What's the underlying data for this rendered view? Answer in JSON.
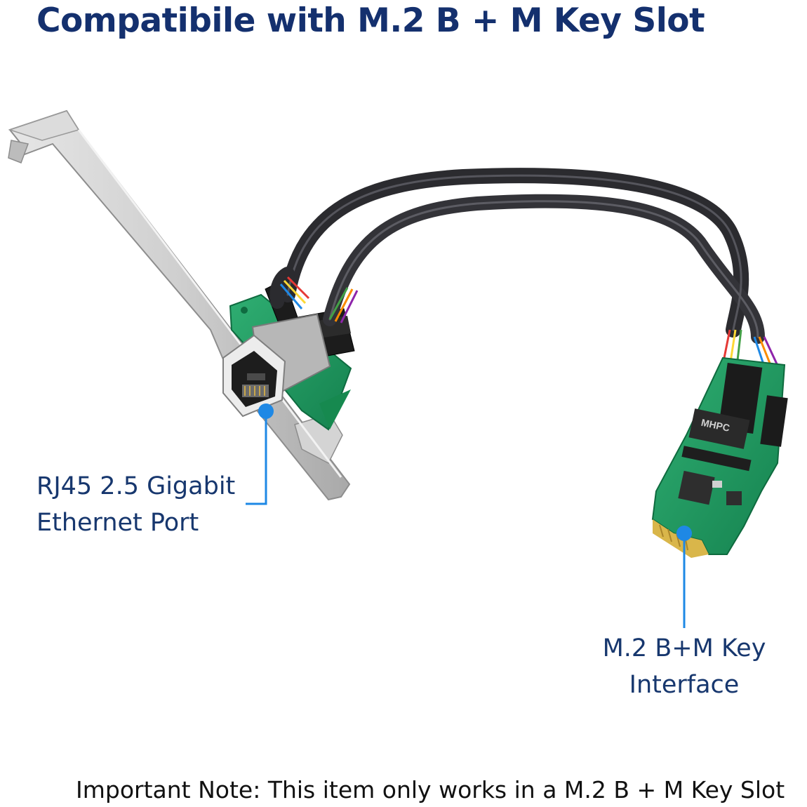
{
  "headline": "Compatibile with M.2 B + M Key Slot",
  "callouts": {
    "rj45": {
      "line1": "RJ45 2.5 Gigabit",
      "line2": "Ethernet Port"
    },
    "m2": {
      "line1": "M.2 B+M Key",
      "line2": "Interface"
    }
  },
  "chip_marking": {
    "brand": "MHPC"
  },
  "footer_note": "Important Note: This item only works in a M.2 B + M Key Slot",
  "colors": {
    "headline": "#14306e",
    "callout_text": "#17376e",
    "callout_line": "#1e88e5",
    "pcb_green": "#1f9a63",
    "bracket_silver": "#c9c9c9",
    "cable": "#2b2b2f"
  }
}
